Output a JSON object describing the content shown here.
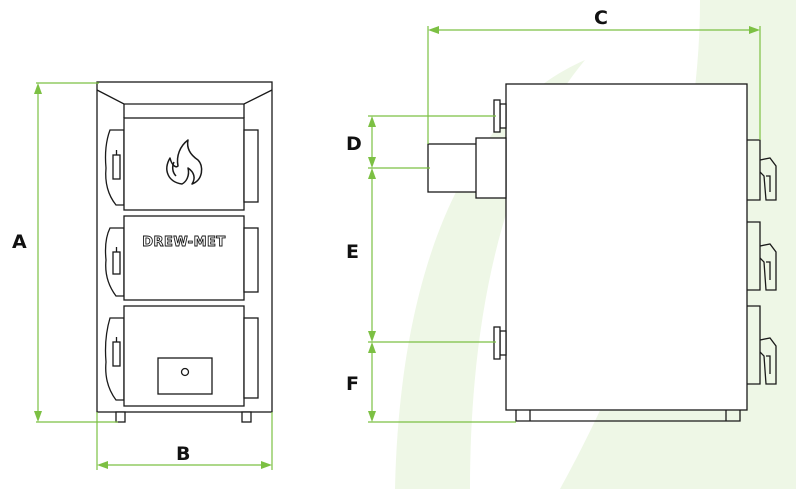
{
  "diagram": {
    "brand_label": "DREW-MET",
    "dimension_labels": {
      "a": "A",
      "b": "B",
      "c": "C",
      "d": "D",
      "e": "E",
      "f": "F"
    },
    "colors": {
      "dimension_line": "#7cc043",
      "outline": "#1a1a1a",
      "background_swoosh": "#eef7e6"
    },
    "views": {
      "front": {
        "icon": "flame-icon"
      },
      "side": {}
    }
  }
}
